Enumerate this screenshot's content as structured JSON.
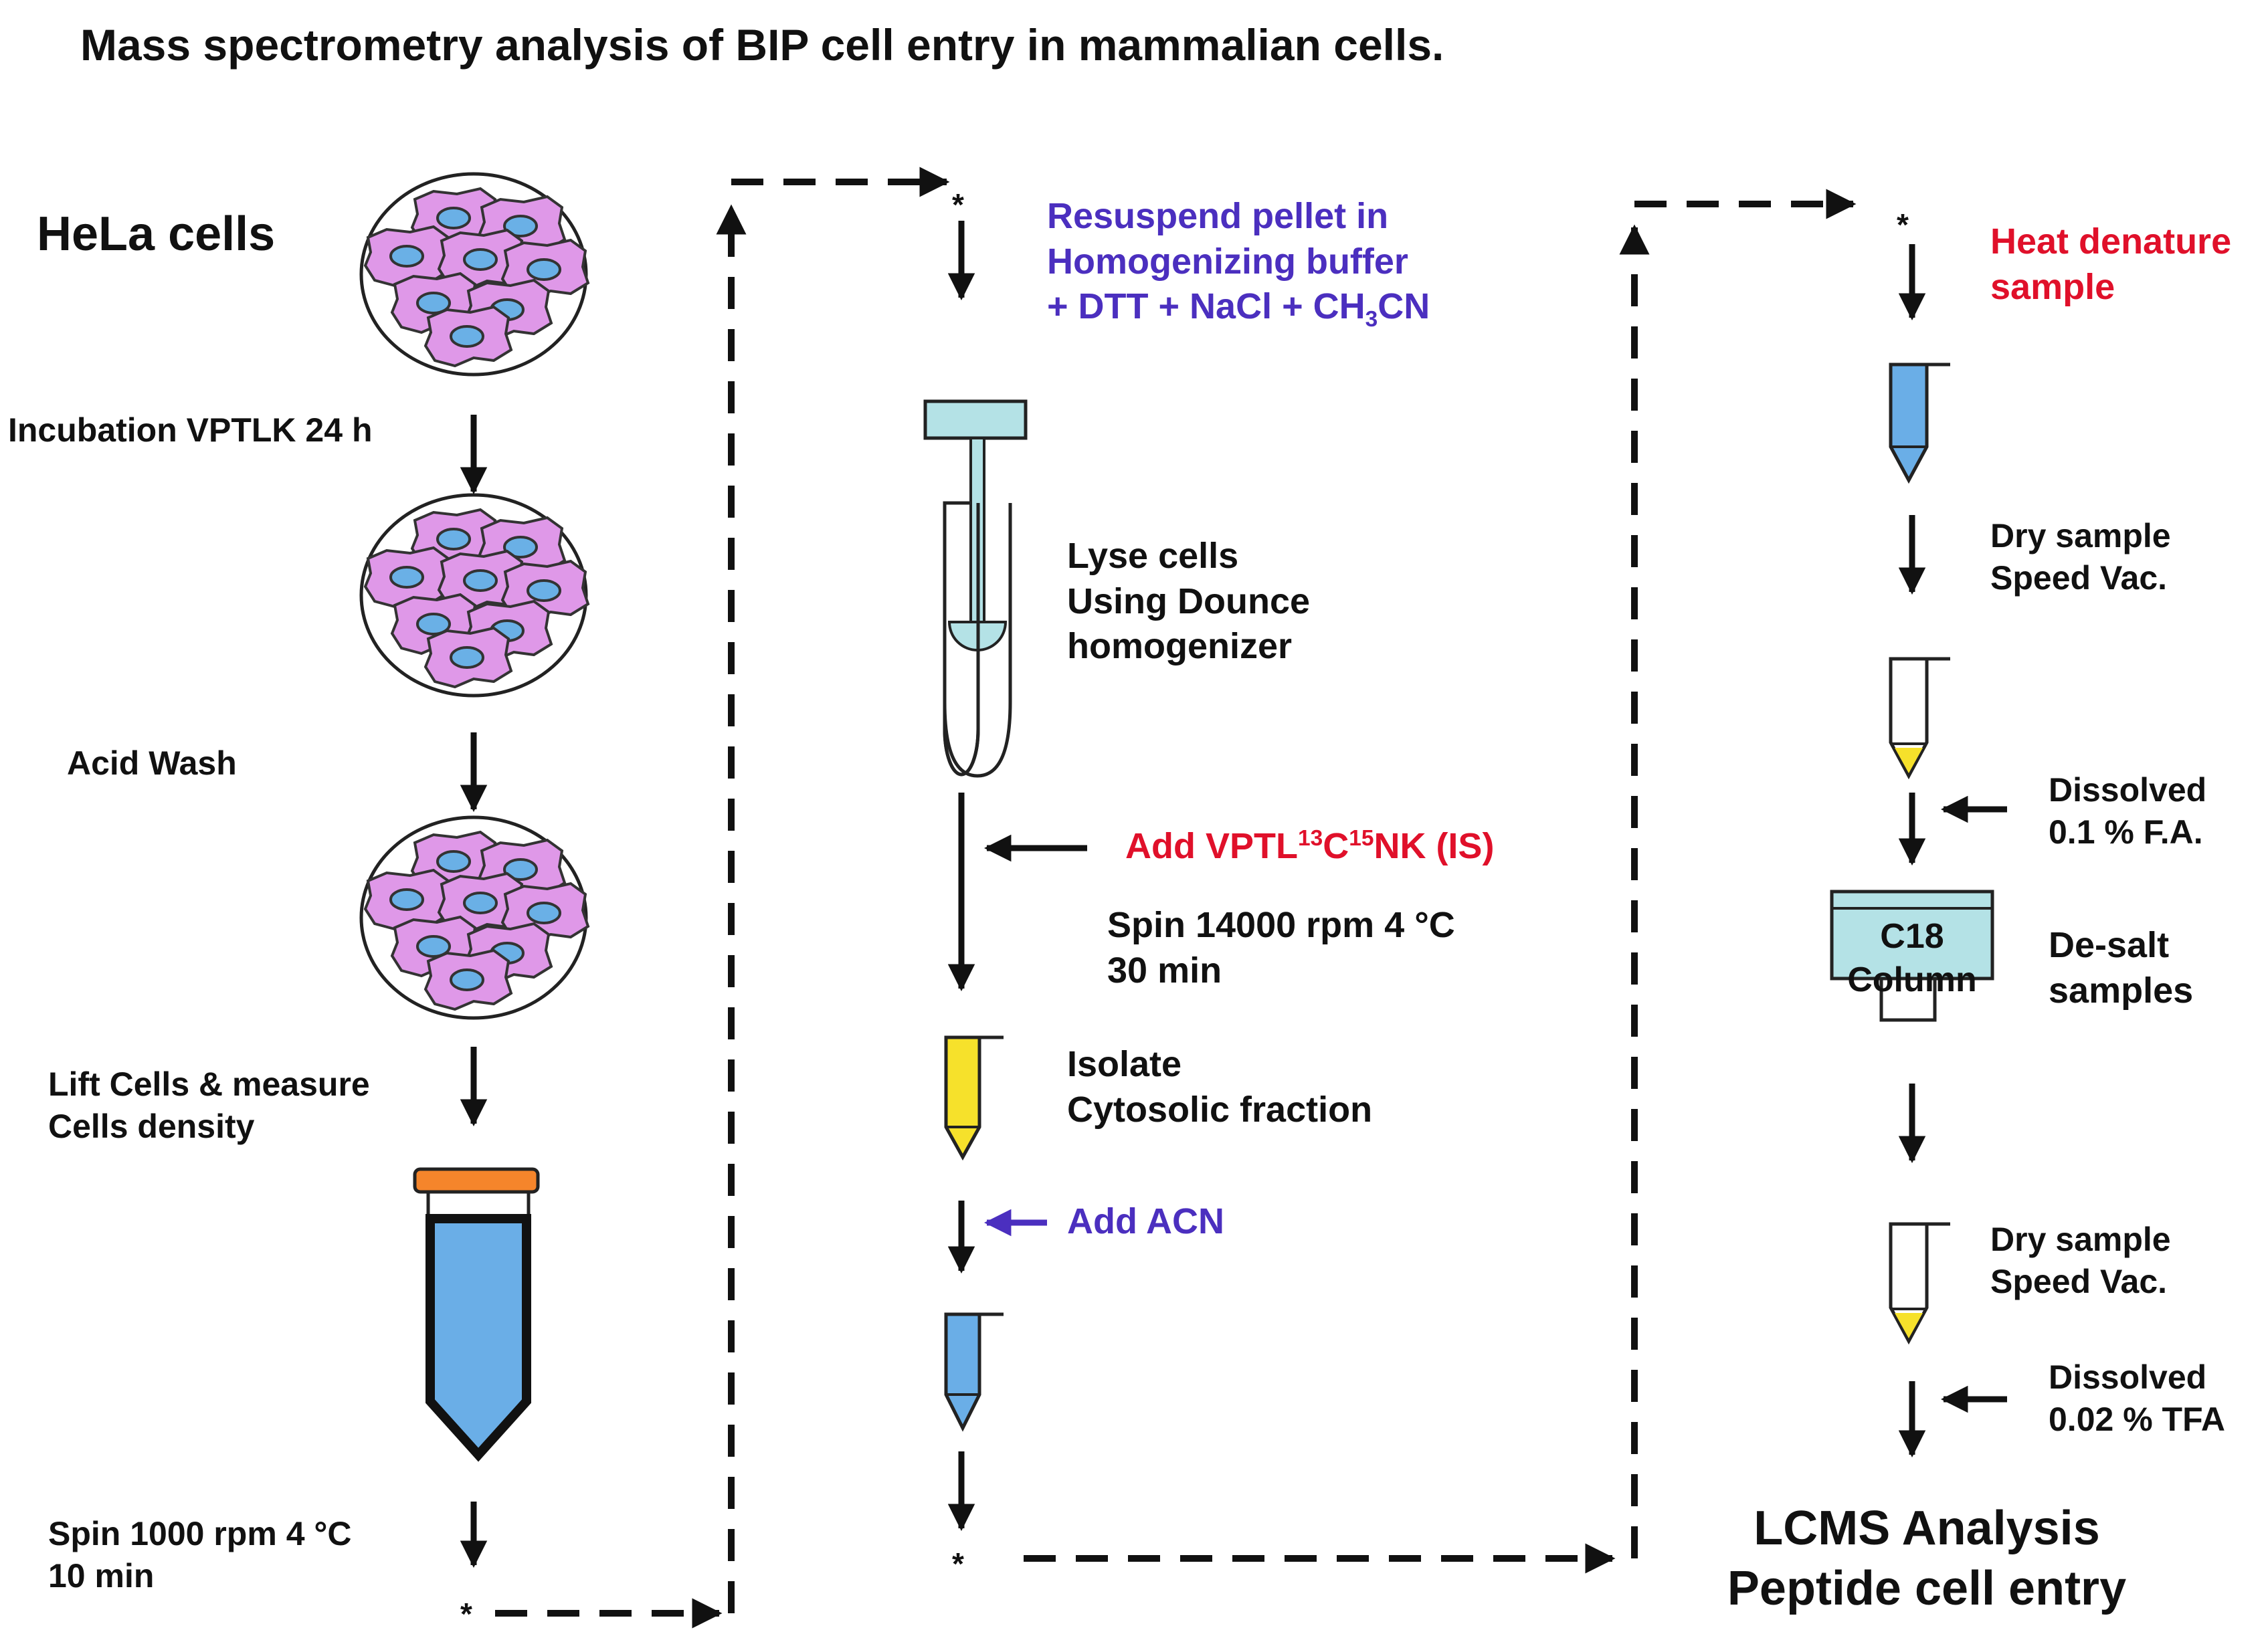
{
  "title": "Mass spectrometry analysis of BIP cell entry in mammalian cells.",
  "colors": {
    "black": "#111111",
    "blue_text": "#4b2fbf",
    "red_text": "#e0102a",
    "cell_fill": "#df98e8",
    "nucleus": "#6ab0e6",
    "tube_blue": "#6aaee7",
    "tube_yellow": "#f6e12b",
    "column_fill": "#b4e2e6",
    "cap_orange": "#f5852b"
  },
  "column1": {
    "heading": "HeLa cells",
    "step1": "Incubation VPTLK 24 h",
    "step2": "Acid Wash",
    "step3_line1": "Lift Cells & measure",
    "step3_line2": "Cells density",
    "step4_line1": "Spin 1000 rpm 4 °C",
    "step4_line2": "10 min",
    "asterisk": "*"
  },
  "column2": {
    "asterisk_top": "*",
    "resuspend_line1": "Resuspend pellet in",
    "resuspend_line2": "Homogenizing buffer",
    "resuspend_line3_prefix": "+ DTT + NaCl + CH",
    "resuspend_line3_sub": "3",
    "resuspend_line3_suffix": "CN",
    "lyse_line1": "Lyse cells",
    "lyse_line2": "Using Dounce",
    "lyse_line3": "homogenizer",
    "add_is_prefix": "Add VPTL",
    "add_is_sup1": "13",
    "add_is_mid": "C",
    "add_is_sup2": "15",
    "add_is_suffix": "NK (IS)",
    "spin_line1": "Spin 14000 rpm 4 °C",
    "spin_line2": "30 min",
    "isolate_line1": "Isolate",
    "isolate_line2": "Cytosolic fraction",
    "add_acn": "Add ACN",
    "asterisk_bottom": "*"
  },
  "column3": {
    "asterisk_top": "*",
    "heat_line1": "Heat denature",
    "heat_line2": "sample",
    "dry1_line1": "Dry sample",
    "dry1_line2": "Speed Vac.",
    "dissolved1_line1": "Dissolved",
    "dissolved1_line2": "0.1 % F.A.",
    "column_line1": "C18",
    "column_line2": "Column",
    "desalt_line1": "De-salt",
    "desalt_line2": "samples",
    "dry2_line1": "Dry sample",
    "dry2_line2": "Speed Vac.",
    "dissolved2_line1": "Dissolved",
    "dissolved2_line2": "0.02 % TFA",
    "final_line1": "LCMS Analysis",
    "final_line2": "Peptide cell entry"
  }
}
